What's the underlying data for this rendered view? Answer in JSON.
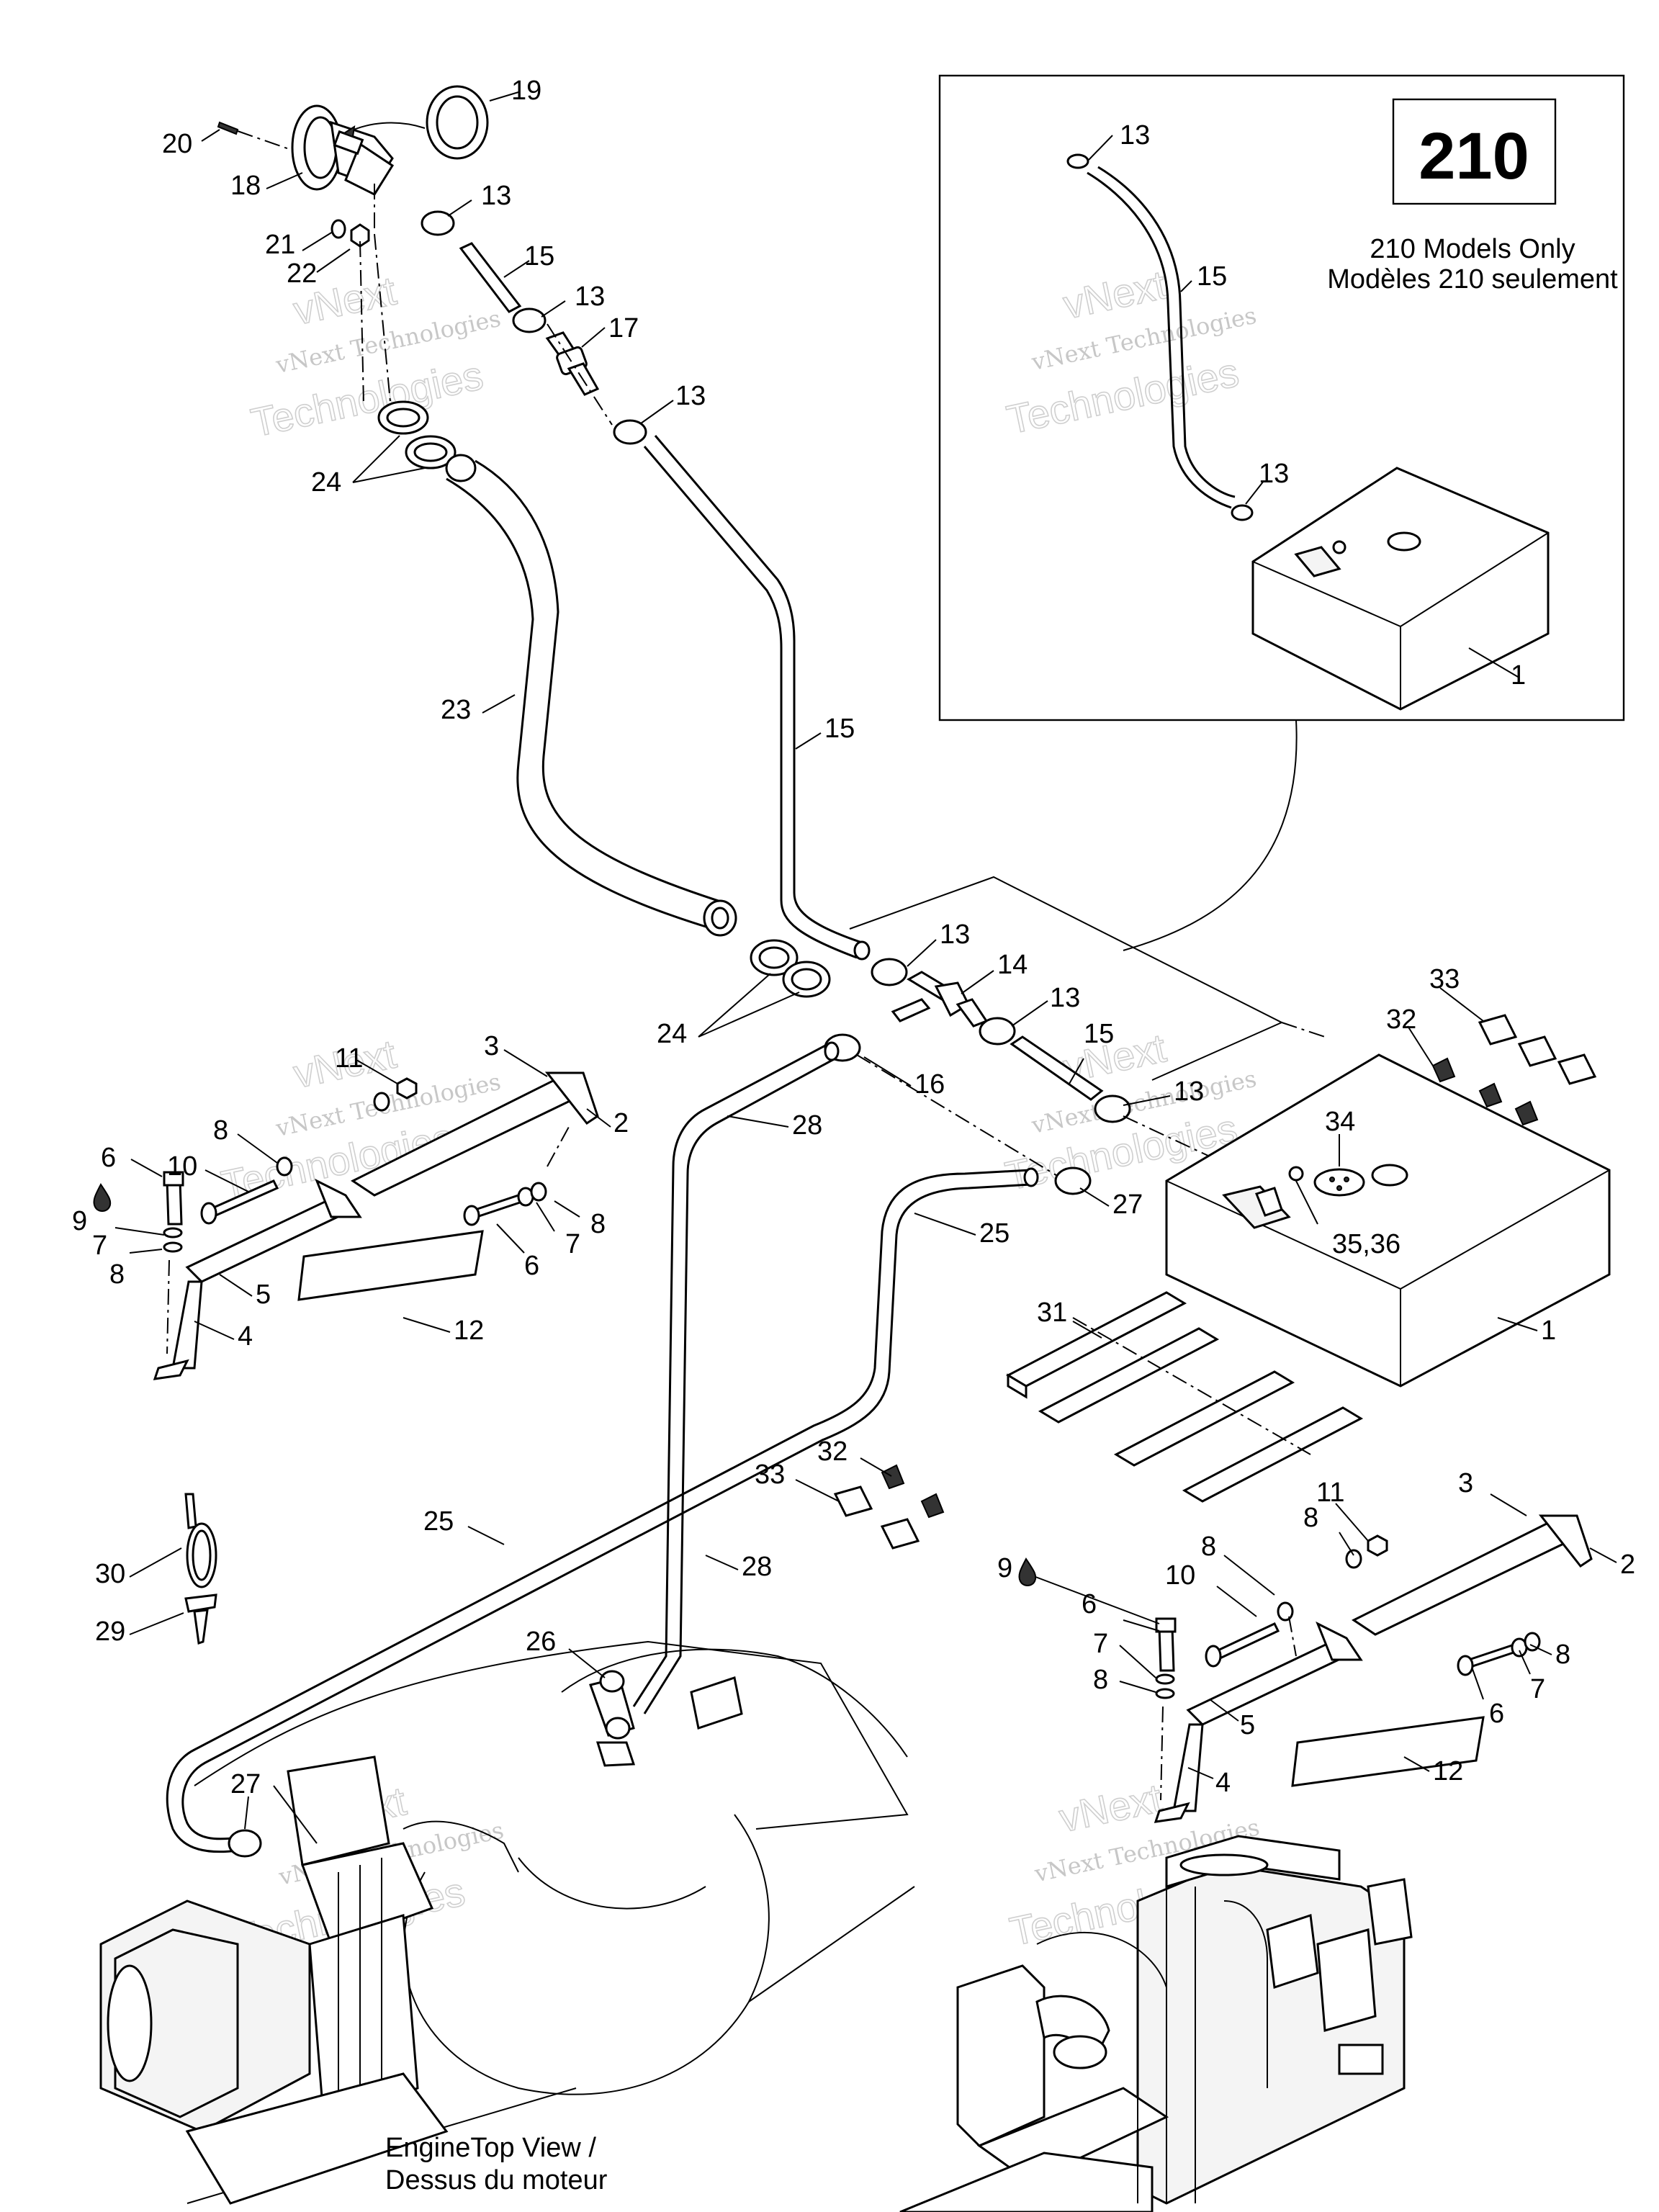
{
  "inset": {
    "model_code": "210",
    "caption_en": "210 Models Only",
    "caption_fr": "Modèles 210 seulement"
  },
  "engine_caption": {
    "line1": "EngineTop View /",
    "line2": "Dessus du moteur"
  },
  "watermark": {
    "line1": "vNext Technologies",
    "line2": "vNext",
    "line3": "Technologies"
  },
  "callouts": [
    "20",
    "18",
    "19",
    "13",
    "21",
    "22",
    "15",
    "13",
    "17",
    "13",
    "24",
    "13",
    "15",
    "13",
    "1",
    "23",
    "15",
    "13",
    "14",
    "13",
    "24",
    "15",
    "16",
    "13",
    "33",
    "32",
    "34",
    "35,36",
    "1",
    "11",
    "3",
    "8",
    "2",
    "6",
    "10",
    "9",
    "7",
    "8",
    "5",
    "4",
    "6",
    "7",
    "8",
    "12",
    "28",
    "25",
    "27",
    "31",
    "32",
    "33",
    "25",
    "28",
    "30",
    "29",
    "11",
    "8",
    "3",
    "9",
    "6",
    "10",
    "8",
    "2",
    "7",
    "8",
    "8",
    "7",
    "5",
    "6",
    "4",
    "12",
    "26",
    "27"
  ]
}
